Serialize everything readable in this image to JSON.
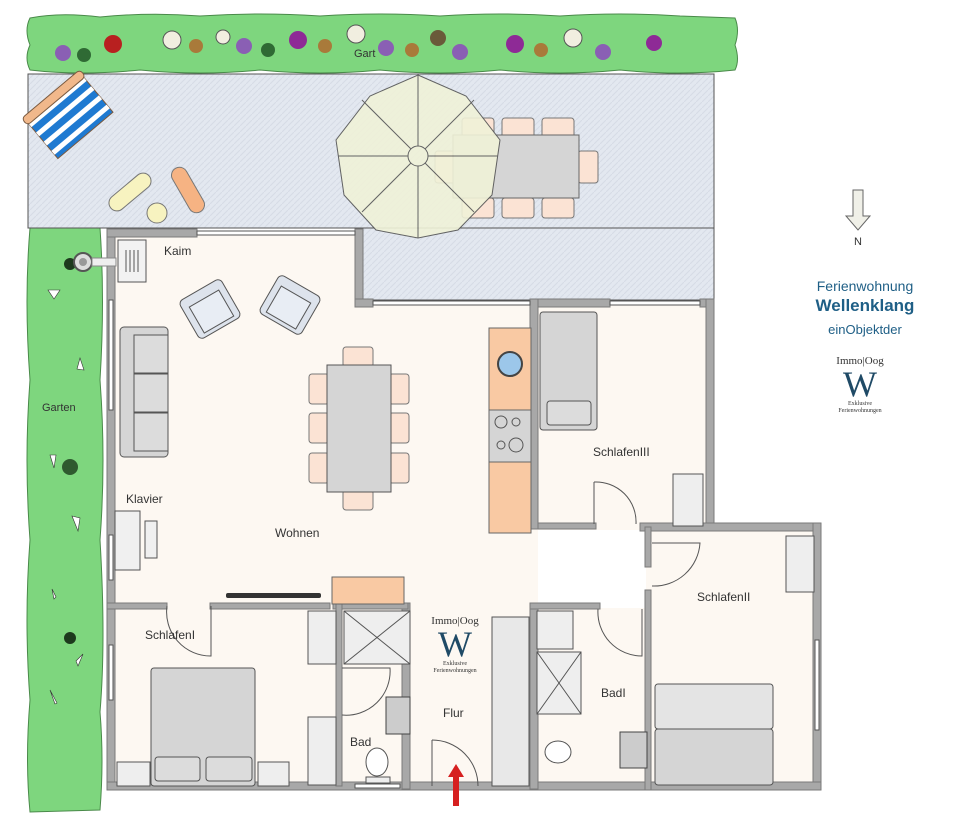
{
  "title": {
    "line1": "Ferienwohnung",
    "line2": "Wellenklang",
    "line3": "einObjektder"
  },
  "logo": {
    "brand": "Immo|Oog",
    "letter": "W",
    "sub1": "Exklusive",
    "sub2": "Ferienwohnungen"
  },
  "compass": {
    "label": "N",
    "icon": "arrow-down-icon"
  },
  "rooms": {
    "garten_top": "Gart",
    "garten_side": "Garten",
    "kamin": "Kaim",
    "klavier": "Klavier",
    "wohnen": "Wohnen",
    "schlafen1": "SchlafenI",
    "bad": "Bad",
    "flur": "Flur",
    "bad1": "BadI",
    "schlafen2": "SchlafenII",
    "schlafen3": "SchlafenIII"
  },
  "colors": {
    "garden": "#7ed67e",
    "terrace": "#e3e8f0",
    "floor": "#fdf8f2",
    "wall": "#9a9a9a",
    "kitchen": "#f9c9a3",
    "brand": "#1f5f86",
    "entrance_arrow": "#d62020"
  }
}
